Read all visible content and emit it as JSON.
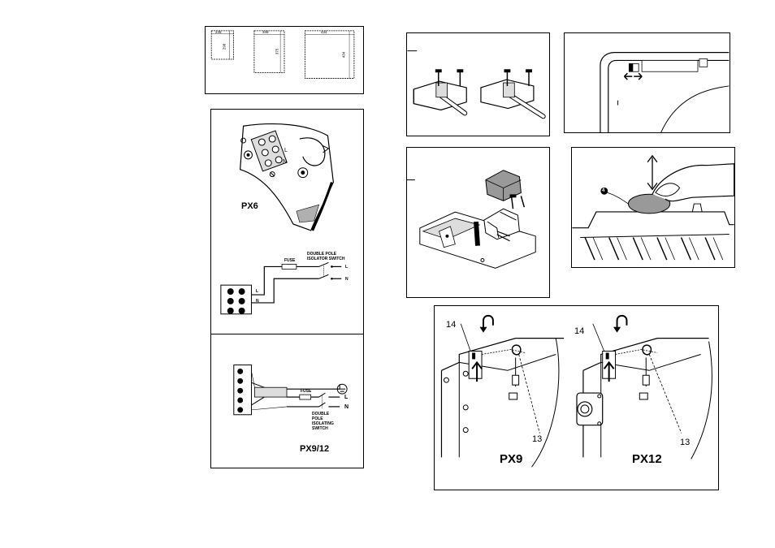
{
  "dimensions": {
    "heater1": {
      "width": "245",
      "height": "298"
    },
    "heater2": {
      "width": "349",
      "height": "375"
    },
    "heater3": {
      "width": "434",
      "height": "434"
    }
  },
  "px6": {
    "model_label": "PX6",
    "terminal_l": "L",
    "terminal_n": "N",
    "fuse_label": "FUSE",
    "switch_label_line1": "DOUBLE POLE",
    "switch_label_line2": "ISOLATOR SWITCH",
    "wire_l": "L",
    "wire_n": "N",
    "term_l": "L",
    "term_n": "N"
  },
  "px912": {
    "model_label": "PX9/12",
    "fuse_label": "FUSE",
    "line_l": "L",
    "line_n": "N",
    "switch_label_line1": "DOUBLE",
    "switch_label_line2": "POLE",
    "switch_label_line3": "ISOLATING",
    "switch_label_line4": "SWITCH"
  },
  "finger_callout": "4",
  "thermostat": {
    "px9_label": "PX9",
    "px12_label": "PX12",
    "callout_14_left": "14",
    "callout_13_left": "13",
    "callout_14_right": "14",
    "callout_13_right": "13"
  },
  "colors": {
    "line": "#000000",
    "background": "#ffffff",
    "shade": "#b0b0b0"
  }
}
